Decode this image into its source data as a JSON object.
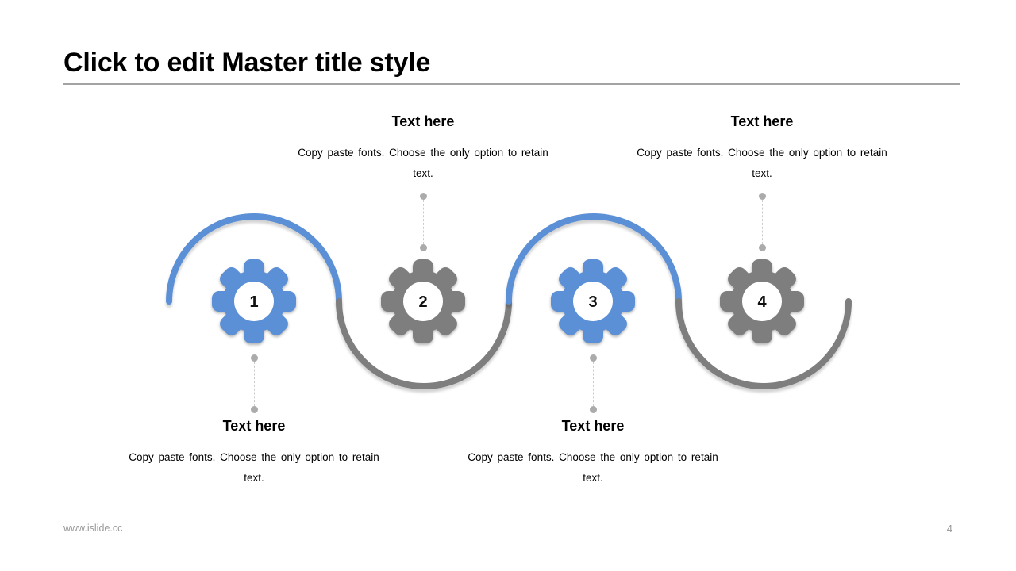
{
  "slide": {
    "title": "Click to edit Master title style",
    "footer_url": "www.islide.cc",
    "page_number": "4"
  },
  "colors": {
    "accent_blue": "#5B8FD6",
    "accent_gray": "#7E7E7E",
    "connector_dot": "#ABABAB",
    "connector_line": "#CCCCCC",
    "footer_gray": "#999999",
    "rule_gray": "#A3A3A3",
    "text_black": "#000000"
  },
  "steps": [
    {
      "number": "1",
      "icon": "gear-icon",
      "color": "blue",
      "label_position": "below",
      "label_title": "Text here",
      "label_body": "Copy paste fonts. Choose the only option to retain text."
    },
    {
      "number": "2",
      "icon": "gear-icon",
      "color": "gray",
      "label_position": "above",
      "label_title": "Text here",
      "label_body": "Copy paste fonts. Choose the only option to retain text."
    },
    {
      "number": "3",
      "icon": "gear-icon",
      "color": "blue",
      "label_position": "below",
      "label_title": "Text here",
      "label_body": "Copy paste fonts. Choose the only option to retain text."
    },
    {
      "number": "4",
      "icon": "gear-icon",
      "color": "gray",
      "label_position": "above",
      "label_title": "Text here",
      "label_body": "Copy paste fonts. Choose the only option to retain text."
    }
  ]
}
